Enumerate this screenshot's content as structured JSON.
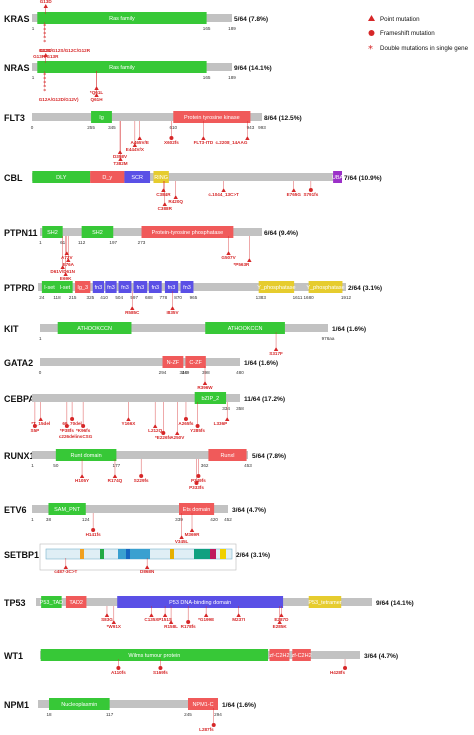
{
  "legend": {
    "point": "Point mutation",
    "frameshift": "Frameshift mutation",
    "double": "Double mutations in single gene"
  },
  "colors": {
    "backbone": "#c2c2c2",
    "green": "#37c837",
    "red": "#f05a5a",
    "blue": "#5a50e6",
    "purple": "#9b30c8",
    "yellow": "#e6cc2e",
    "teal": "#22a6b3",
    "mutation": "#d62728"
  },
  "genes": [
    {
      "name": "KRAS",
      "stat": "5/64 (7.8%)",
      "len": 189,
      "domains": [
        {
          "label": "Ras family",
          "start": 5,
          "end": 165,
          "color": "green"
        }
      ],
      "ticks": [
        "1",
        "165",
        "189"
      ],
      "tickpos": [
        1,
        165,
        189
      ],
      "muts": [
        {
          "label": "G13D",
          "pos": 13,
          "sym": "tri",
          "above": true
        },
        {
          "label": "G12S/G12S/G12C/G12R",
          "pos": 12,
          "sym": "star",
          "stack": 5
        },
        {
          "label": "G13R/G13R",
          "pos": 13,
          "sym": "none"
        }
      ]
    },
    {
      "name": "NRAS",
      "stat": "9/64 (14.1%)",
      "len": 189,
      "domains": [
        {
          "label": "Ras family",
          "start": 5,
          "end": 165,
          "color": "green"
        }
      ],
      "ticks": [
        "1",
        "165",
        "189"
      ],
      "tickpos": [
        1,
        165,
        189
      ],
      "muts": [
        {
          "label": "G13D",
          "pos": 13,
          "sym": "tri",
          "above": true
        },
        {
          "label": "G12A/G12D/G12V)",
          "pos": 12,
          "sym": "star",
          "stack": 5
        },
        {
          "label": "*Q61L",
          "pos": 61,
          "sym": "tri"
        },
        {
          "label": "Q61H",
          "pos": 61,
          "sym": "tri",
          "row": 2
        }
      ]
    },
    {
      "name": "FLT3",
      "stat": "8/64 (12.5%)",
      "len": 993,
      "domains": [
        {
          "label": "Ig",
          "start": 255,
          "end": 345,
          "color": "green"
        },
        {
          "label": "Protein tyrosine kinase",
          "start": 610,
          "end": 943,
          "color": "red"
        }
      ],
      "ticks": [
        "0",
        "255",
        "345",
        "610",
        "943",
        "993"
      ],
      "tickpos": [
        0,
        255,
        345,
        610,
        943,
        993
      ],
      "muts": [
        {
          "label": "A465V/E",
          "pos": 465,
          "sym": "tri"
        },
        {
          "label": "E444V/X",
          "pos": 444,
          "sym": "tri",
          "row": 2
        },
        {
          "label": "D358V",
          "pos": 380,
          "sym": "tri",
          "row": 3
        },
        {
          "label": "T382M",
          "pos": 382,
          "sym": "tri",
          "row": 4
        },
        {
          "label": "X602fs",
          "pos": 602,
          "sym": "circ"
        },
        {
          "label": "FLT3-ITD",
          "pos": 740,
          "sym": "tri"
        },
        {
          "label": "c.2208_14AAG",
          "pos": 930,
          "sym": "tri"
        }
      ]
    },
    {
      "name": "CBL",
      "stat": "7/64 (10.9%)",
      "len": 906,
      "domains": [
        {
          "label": "DLY",
          "start": 1,
          "end": 170,
          "color": "green"
        },
        {
          "label": "D_y",
          "start": 170,
          "end": 270,
          "color": "red"
        },
        {
          "label": "SCR",
          "start": 270,
          "end": 345,
          "color": "blue"
        },
        {
          "label": "RING",
          "start": 355,
          "end": 400,
          "color": "yellow"
        },
        {
          "label": "UBA",
          "start": 880,
          "end": 906,
          "color": "purple"
        }
      ],
      "ticks": [],
      "tickpos": [],
      "muts": [
        {
          "label": "C384R",
          "pos": 384,
          "sym": "tri"
        },
        {
          "label": "R420Q",
          "pos": 420,
          "sym": "tri",
          "row": 2
        },
        {
          "label": "C388R",
          "pos": 388,
          "sym": "tri",
          "row": 3
        },
        {
          "label": "c.1044_13C>T",
          "pos": 560,
          "sym": "tri"
        },
        {
          "label": "E765G",
          "pos": 765,
          "sym": "tri"
        },
        {
          "label": "S791fs",
          "pos": 815,
          "sym": "circ"
        }
      ]
    },
    {
      "name": "PTPN11",
      "stat": "6/64 (9.4%)",
      "len": 597,
      "domains": [
        {
          "label": "SH2",
          "start": 6,
          "end": 61,
          "color": "green"
        },
        {
          "label": "SH2",
          "start": 112,
          "end": 197,
          "color": "green"
        },
        {
          "label": "Protein-tyrosine phosphatase",
          "start": 273,
          "end": 520,
          "color": "red"
        }
      ],
      "ticks": [
        "1",
        "61",
        "112",
        "197",
        "273"
      ],
      "tickpos": [
        1,
        61,
        112,
        197,
        273
      ],
      "muts": [
        {
          "label": "A72V",
          "pos": 72,
          "sym": "tri"
        },
        {
          "label": "E76A",
          "pos": 76,
          "sym": "tri",
          "row": 2
        },
        {
          "label": "D61V/D61N",
          "pos": 61,
          "sym": "tri",
          "row": 3
        },
        {
          "label": "E69K",
          "pos": 69,
          "sym": "tri",
          "row": 4
        },
        {
          "label": "G507V",
          "pos": 507,
          "sym": "tri"
        },
        {
          "label": "*P563R",
          "pos": 563,
          "sym": "tri",
          "row": 2
        }
      ]
    },
    {
      "name": "PTPRD",
      "stat": "2/64 (3.1%)",
      "len": 1912,
      "domains": [
        {
          "label": "I-set",
          "start": 24,
          "end": 118,
          "color": "green"
        },
        {
          "label": "I-set",
          "start": 118,
          "end": 215,
          "color": "green"
        },
        {
          "label": "Ig_3",
          "start": 230,
          "end": 325,
          "color": "red"
        },
        {
          "label": "fn3",
          "start": 340,
          "end": 410,
          "color": "blue"
        },
        {
          "label": "fn3",
          "start": 418,
          "end": 488,
          "color": "blue"
        },
        {
          "label": "fn3",
          "start": 500,
          "end": 580,
          "color": "blue"
        },
        {
          "label": "fn3",
          "start": 593,
          "end": 678,
          "color": "blue"
        },
        {
          "label": "fn3",
          "start": 688,
          "end": 768,
          "color": "blue"
        },
        {
          "label": "fn3",
          "start": 788,
          "end": 870,
          "color": "blue"
        },
        {
          "label": "fn3",
          "start": 885,
          "end": 965,
          "color": "blue"
        },
        {
          "label": "Y_phosphatase",
          "start": 1370,
          "end": 1590,
          "color": "yellow"
        },
        {
          "label": "Y_phosphatase",
          "start": 1680,
          "end": 1890,
          "color": "yellow"
        }
      ],
      "ticks": [
        "24",
        "118",
        "215",
        "325",
        "410",
        "504",
        "597",
        "688",
        "778",
        "870",
        "965",
        "1383",
        "1611",
        "1680",
        "1912"
      ],
      "tickpos": [
        24,
        118,
        215,
        325,
        410,
        504,
        597,
        688,
        778,
        870,
        965,
        1383,
        1611,
        1680,
        1912
      ],
      "muts": [
        {
          "label": "R585C",
          "pos": 585,
          "sym": "tri"
        },
        {
          "label": "I835V",
          "pos": 835,
          "sym": "tri"
        }
      ]
    },
    {
      "name": "KIT",
      "stat": "1/64 (1.6%)",
      "len": 976,
      "domains": [
        {
          "label": "ATHOOKCCN",
          "start": 60,
          "end": 310,
          "color": "green"
        },
        {
          "label": "ATHOOKCCN",
          "start": 560,
          "end": 830,
          "color": "green"
        }
      ],
      "ticks": [
        "1",
        "976aa"
      ],
      "tickpos": [
        1,
        976
      ],
      "muts": [
        {
          "label": "S317F",
          "pos": 800,
          "sym": "tri"
        }
      ]
    },
    {
      "name": "GATA2",
      "stat": "1/64 (1.6%)",
      "len": 480,
      "domains": [
        {
          "label": "N-ZF",
          "start": 294,
          "end": 344,
          "color": "red"
        },
        {
          "label": "C-ZF",
          "start": 349,
          "end": 398,
          "color": "red"
        }
      ],
      "ticks": [
        "0",
        "294",
        "344",
        "349",
        "398",
        "480"
      ],
      "tickpos": [
        0,
        294,
        344,
        349,
        398,
        480
      ],
      "muts": [
        {
          "label": "R396W",
          "pos": 396,
          "sym": "tri"
        }
      ]
    },
    {
      "name": "CEBPA",
      "stat": "11/64 (17.2%)",
      "len": 358,
      "domains": [
        {
          "label": "bZIP_2",
          "start": 280,
          "end": 334,
          "color": "green"
        }
      ],
      "ticks": [
        "334",
        "358"
      ],
      "tickpos": [
        334,
        358
      ],
      "muts": [
        {
          "label": "*T_15del",
          "pos": 15,
          "sym": "tri"
        },
        {
          "label": "S5P",
          "pos": 5,
          "sym": "circ",
          "row": 2
        },
        {
          "label": "69_70del",
          "pos": 69,
          "sym": "circ"
        },
        {
          "label": "*P38fs",
          "pos": 60,
          "sym": "circ",
          "row": 2
        },
        {
          "label": "*K96fs",
          "pos": 88,
          "sym": "circ",
          "row": 2
        },
        {
          "label": "c226delinsCSG",
          "pos": 75,
          "sym": "none",
          "row": 3
        },
        {
          "label": "Y166X",
          "pos": 166,
          "sym": "tri"
        },
        {
          "label": "L212Q",
          "pos": 212,
          "sym": "tri",
          "row": 2
        },
        {
          "label": "*E226fs",
          "pos": 226,
          "sym": "circ",
          "row": 3
        },
        {
          "label": "A265fs",
          "pos": 265,
          "sym": "circ"
        },
        {
          "label": "Y285fs",
          "pos": 285,
          "sym": "circ",
          "row": 2
        },
        {
          "label": "A250V",
          "pos": 250,
          "sym": "tri",
          "row": 3
        },
        {
          "label": "L336P",
          "pos": 336,
          "sym": "tri"
        }
      ]
    },
    {
      "name": "RUNX1",
      "stat": "5/64 (7.8%)",
      "len": 453,
      "domains": [
        {
          "label": "Runt domain",
          "start": 50,
          "end": 177,
          "color": "green"
        },
        {
          "label": "Runxl",
          "start": 370,
          "end": 450,
          "color": "red"
        }
      ],
      "ticks": [
        "1",
        "50",
        "177",
        "362",
        "453"
      ],
      "tickpos": [
        1,
        50,
        177,
        362,
        453
      ],
      "muts": [
        {
          "label": "H105Y",
          "pos": 105,
          "sym": "tri"
        },
        {
          "label": "R174Q",
          "pos": 174,
          "sym": "tri"
        },
        {
          "label": "S229fs",
          "pos": 229,
          "sym": "circ"
        },
        {
          "label": "P349fs",
          "pos": 349,
          "sym": "circ"
        },
        {
          "label": "P333fs",
          "pos": 345,
          "sym": "circ",
          "row": 2
        }
      ]
    },
    {
      "name": "ETV6",
      "stat": "3/64 (4.7%)",
      "len": 452,
      "domains": [
        {
          "label": "SAM_PNT",
          "start": 38,
          "end": 124,
          "color": "green"
        },
        {
          "label": "Ets domain",
          "start": 339,
          "end": 420,
          "color": "red"
        }
      ],
      "ticks": [
        "1",
        "38",
        "124",
        "339",
        "420",
        "452"
      ],
      "tickpos": [
        1,
        38,
        124,
        339,
        420,
        452
      ],
      "muts": [
        {
          "label": "H141fs",
          "pos": 141,
          "sym": "circ"
        },
        {
          "label": "M369R",
          "pos": 369,
          "sym": "tri"
        },
        {
          "label": "V345L",
          "pos": 345,
          "sym": "tri",
          "row": 2
        }
      ]
    },
    {
      "name": "SETBP1",
      "stat": "2/64 (3.1%)",
      "len": 1596,
      "domains": [],
      "ticks": [],
      "tickpos": [],
      "muts": [
        {
          "label": "c487-3C>T",
          "pos": 170,
          "sym": "tri"
        },
        {
          "label": "D868N",
          "pos": 868,
          "sym": "tri"
        }
      ]
    },
    {
      "name": "TP53",
      "stat": "9/64 (14.1%)",
      "len": 393,
      "domains": [
        {
          "label": "P53_TAD",
          "start": 6,
          "end": 30,
          "color": "green"
        },
        {
          "label": "TAD2",
          "start": 35,
          "end": 59,
          "color": "red"
        },
        {
          "label": "P53 DNA-binding domain",
          "start": 95,
          "end": 289,
          "color": "blue"
        },
        {
          "label": "P53_tetramer",
          "start": 319,
          "end": 357,
          "color": "yellow"
        }
      ],
      "ticks": [],
      "tickpos": [],
      "muts": [
        {
          "label": "S83G",
          "pos": 83,
          "sym": "tri"
        },
        {
          "label": "*W91X",
          "pos": 91,
          "sym": "tri",
          "row": 2
        },
        {
          "label": "C135X",
          "pos": 135,
          "sym": "tri"
        },
        {
          "label": "P151S",
          "pos": 151,
          "sym": "tri"
        },
        {
          "label": "R158L",
          "pos": 158,
          "sym": "tri",
          "row": 2
        },
        {
          "label": "*G199E",
          "pos": 199,
          "sym": "tri"
        },
        {
          "label": "R178fs",
          "pos": 178,
          "sym": "circ",
          "row": 2
        },
        {
          "label": "M237I",
          "pos": 237,
          "sym": "tri"
        },
        {
          "label": "E287D",
          "pos": 287,
          "sym": "tri"
        },
        {
          "label": "E285K",
          "pos": 285,
          "sym": "tri",
          "row": 2
        }
      ]
    },
    {
      "name": "WT1",
      "stat": "3/64 (4.7%)",
      "len": 449,
      "domains": [
        {
          "label": "Wilms tumour protein",
          "start": 1,
          "end": 320,
          "color": "green"
        },
        {
          "label": "zf-C2H2",
          "start": 322,
          "end": 350,
          "color": "red"
        },
        {
          "label": "zf-C2H2",
          "start": 354,
          "end": 380,
          "color": "red"
        }
      ],
      "ticks": [],
      "tickpos": [],
      "muts": [
        {
          "label": "A110fs",
          "pos": 110,
          "sym": "circ"
        },
        {
          "label": "S169fs",
          "pos": 169,
          "sym": "circ"
        },
        {
          "label": "H428fs",
          "pos": 428,
          "sym": "circ"
        }
      ]
    },
    {
      "name": "NPM1",
      "stat": "1/64 (1.6%)",
      "len": 294,
      "domains": [
        {
          "label": "Nucleoplasmin",
          "start": 18,
          "end": 117,
          "color": "green"
        },
        {
          "label": "NPM1-C",
          "start": 245,
          "end": 294,
          "color": "red"
        }
      ],
      "ticks": [
        "18",
        "117",
        "245",
        "294"
      ],
      "tickpos": [
        18,
        117,
        245,
        294
      ],
      "muts": [
        {
          "label": "L287fs",
          "pos": 287,
          "sym": "circ"
        }
      ]
    }
  ]
}
